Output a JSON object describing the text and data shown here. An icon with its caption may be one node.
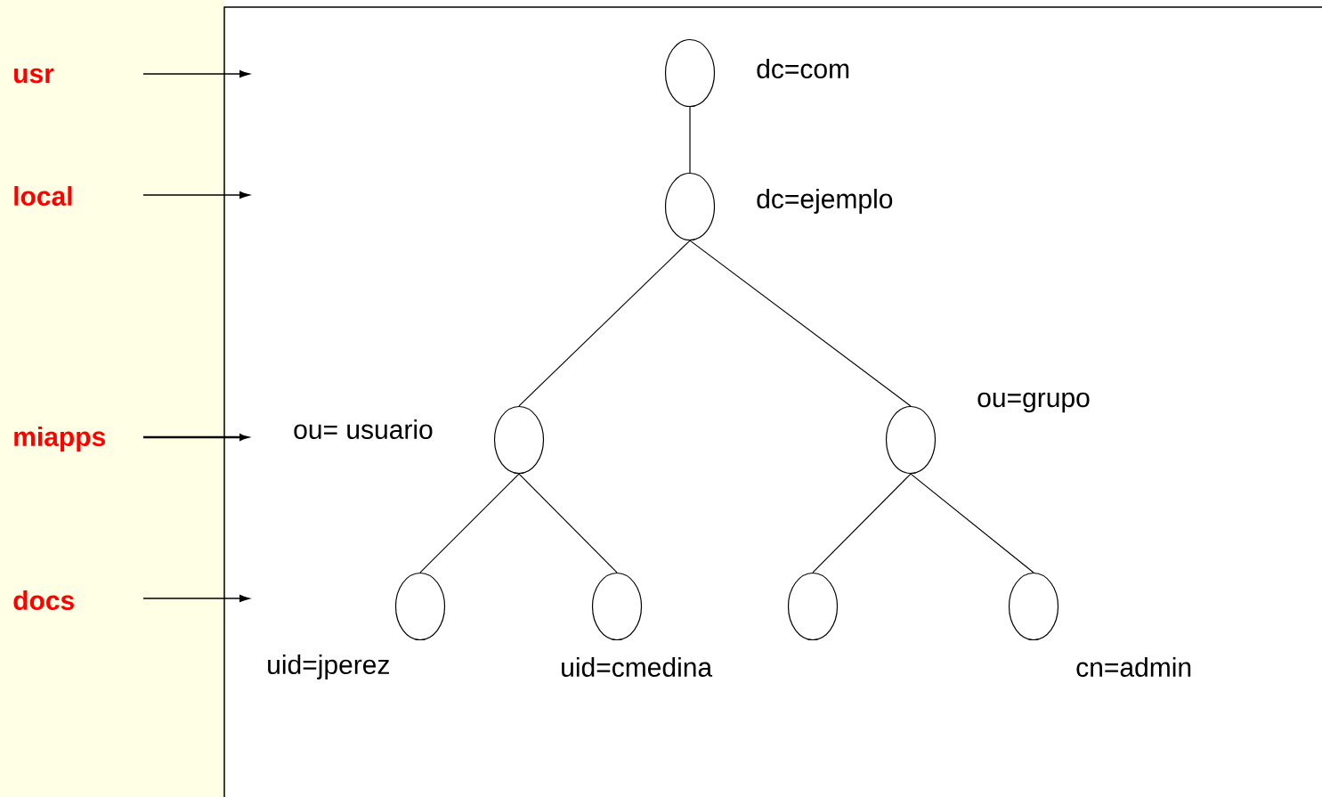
{
  "diagram": {
    "nodes": [
      {
        "text": [],
        "shape": "circle",
        "beside": [
          "dc=com"
        ]
      },
      {
        "text": [],
        "shape": "circle",
        "beside": [
          "dc=ejemplo"
        ]
      },
      {
        "text": [],
        "shape": "circle",
        "beside": [
          "ou= usuario"
        ]
      },
      {
        "text": [],
        "shape": "circle",
        "beside": [
          "ou=grupo"
        ]
      },
      {
        "text": [],
        "shape": "circle",
        "beside": [
          "uid=jperez"
        ]
      },
      {
        "text": [],
        "shape": "circle",
        "beside": [
          "uid=cmedina"
        ]
      },
      {
        "text": [],
        "shape": "circle"
      },
      {
        "text": [],
        "shape": "circle",
        "beside": [
          "cn=admin"
        ]
      }
    ],
    "edges": [
      {
        "from": 0,
        "to": 1,
        "arrow": "none"
      },
      {
        "from": 1,
        "to": 2,
        "arrow": "none"
      },
      {
        "from": 1,
        "to": 3,
        "arrow": "none"
      },
      {
        "from": 2,
        "to": 4,
        "arrow": "none"
      },
      {
        "from": 2,
        "to": 5,
        "arrow": "none"
      },
      {
        "from": 3,
        "to": 6,
        "arrow": "none"
      },
      {
        "from": 3,
        "to": 7,
        "arrow": "none"
      }
    ],
    "labels": [
      "usr",
      "local",
      "miapps",
      "docs"
    ]
  }
}
